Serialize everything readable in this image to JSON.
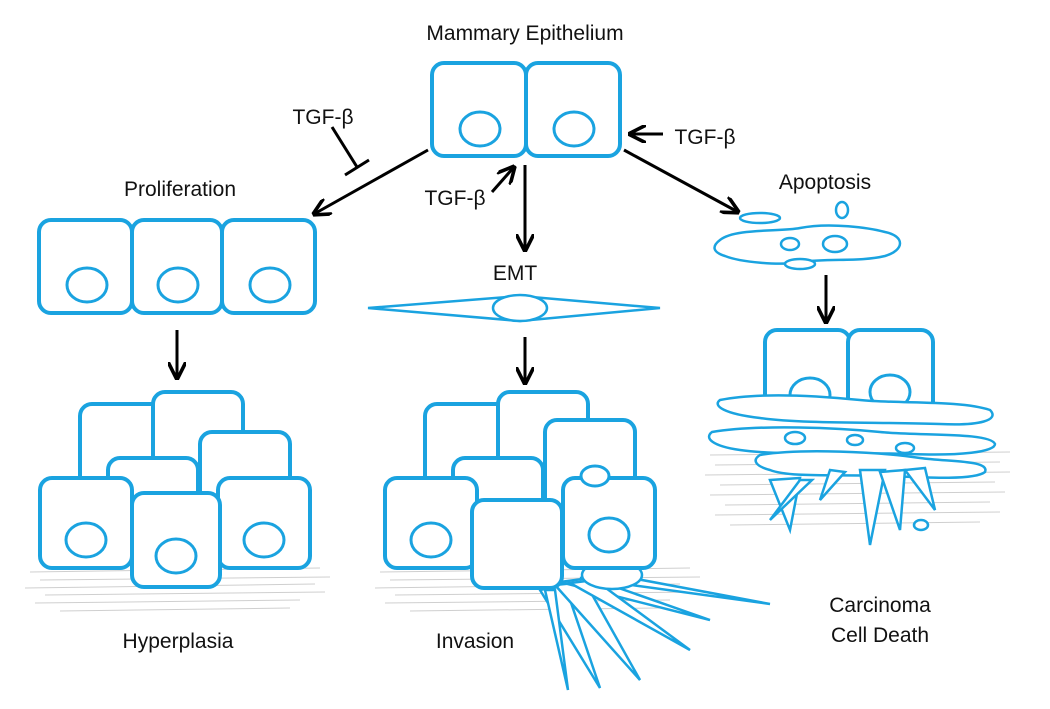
{
  "labels": {
    "title": "Mammary Epithelium",
    "tgf_left": "TGF-β",
    "tgf_center": "TGF-β",
    "tgf_right": "TGF-β",
    "proliferation": "Proliferation",
    "emt": "EMT",
    "apoptosis": "Apoptosis",
    "hyperplasia": "Hyperplasia",
    "invasion": "Invasion",
    "carcinoma_line1": "Carcinoma",
    "carcinoma_line2": "Cell Death"
  },
  "colors": {
    "cell_stroke": "#1aa3e0",
    "arrow": "#000000",
    "matrix": "#cfcfcf"
  }
}
